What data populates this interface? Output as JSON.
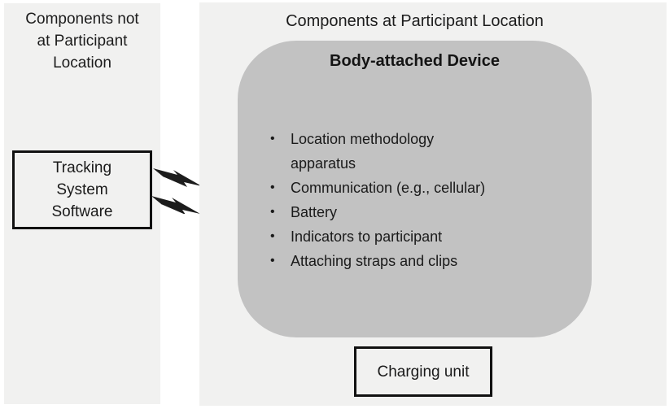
{
  "colors": {
    "canvas_bg": "#ffffff",
    "panel_bg": "#f1f1f0",
    "device_box_bg": "#c2c2c2",
    "box_border": "#111111",
    "text": "#1a1a1a"
  },
  "left_panel": {
    "title_lines": [
      "Components not",
      "at Participant",
      "Location"
    ],
    "tracking_box_lines": [
      "Tracking",
      "System",
      "Software"
    ]
  },
  "connector": {
    "icon": "lightning-bolt",
    "count": 2
  },
  "right_panel": {
    "title": "Components at Participant Location",
    "device_box": {
      "title": "Body-attached Device",
      "bullet_glyph": "•",
      "bullets": [
        "Location methodology\napparatus",
        "Communication (e.g., cellular)",
        "Battery",
        "Indicators to participant",
        "Attaching straps and clips"
      ]
    },
    "charging_box_label": "Charging unit"
  }
}
